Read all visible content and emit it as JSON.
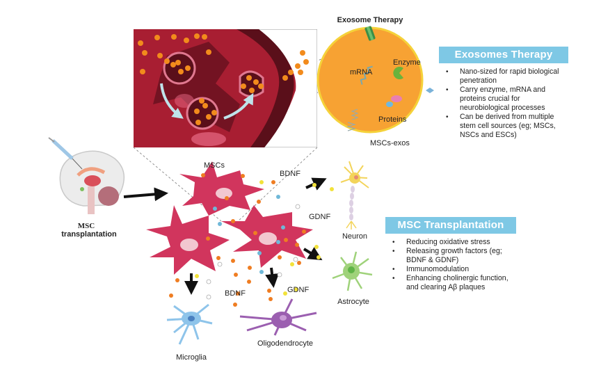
{
  "labels": {
    "exosome_title": "Exosome Therapy",
    "mrna": "mRNA",
    "enzyme": "Enzyme",
    "proteins": "Proteins",
    "mscs_exos": "MSCs-exos",
    "mscs": "MSCs",
    "bdnf_top": "BDNF",
    "gdnf_right": "GDNF",
    "bdnf_bottom": "BDNF",
    "gdnf_bottom": "GDNF",
    "neuron": "Neuron",
    "astrocyte": "Astrocyte",
    "microglia": "Microglia",
    "oligodendrocyte": "Oligodendrocyte",
    "msc_transplant_line1": "MSC",
    "msc_transplant_line2": "transplantation"
  },
  "callouts": {
    "exosomes": {
      "title": "Exosomes Therapy",
      "bullets": [
        "Nano-sized for rapid biological penetration",
        "Carry enzyme, mRNA and proteins crucial for neurobiological processes",
        "Can be derived from multiple stem cell sources (eg; MSCs, NSCs and ESCs)"
      ]
    },
    "msc": {
      "title": "MSC Transplantation",
      "bullets": [
        "Reducing oxidative stress",
        "Releasing growth factors (eg; BDNF & GDNF)",
        "Immunomodulation",
        "Enhancing cholinergic function, and clearing Aβ plaques"
      ]
    }
  },
  "colors": {
    "callout_header": "#7ec8e5",
    "cell_red": "#d1355d",
    "inset_red": "#a81e32",
    "exosome_orange": "#f7a233",
    "particle_orange": "#ef7d22",
    "particle_yellow": "#f2e23a",
    "particle_blue": "#6fb8d8",
    "neuron_yellow": "#f3d45a",
    "astrocyte_green": "#9fd27a",
    "microglia_blue": "#8ec4ea",
    "oligo_purple": "#9b5fb0"
  }
}
